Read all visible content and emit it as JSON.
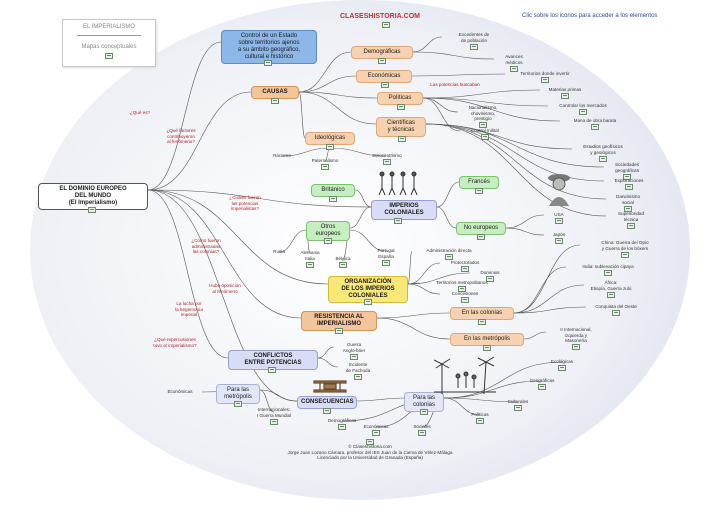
{
  "header": {
    "legend_title": "EL IMPERIALISMO",
    "legend_sub": "Mapas conceptuales",
    "site": "CLASESHISTORIA.COM",
    "hint": "Clic sobre los iconos para acceder a los elementos"
  },
  "root": "EL DOMINIO EUROPEO\nDEL MUNDO\n(El Imperialismo)",
  "nodes": {
    "control": "Control de un Estado\nsobre territorios ajenos\na su ámbito geográfico,\ncultural e histórico",
    "causas": "CAUSAS",
    "demograficas": "Demográficas",
    "economicas": "Económicas",
    "politicas": "Políticas",
    "cientificas": "Científicas\ny técnicas",
    "ideologicas": "Ideológicas",
    "britanico": "Británico",
    "frances": "Francés",
    "imperios": "IMPERIOS\nCOLONIALES",
    "otros": "Otros\neuropeos",
    "noeuropeos": "No europeos",
    "organizacion": "ORGANIZACIÓN\nDE LOS IMPERIOS\nCOLONIALES",
    "resistencia": "RESISTENCIA AL\nIMPERIALISMO",
    "colonias": "En las colonias",
    "metropolis": "En las metrópolis",
    "conflictos": "CONFLICTOS\nENTRE POTENCIAS",
    "consecuencias": "CONSECUENCIAS",
    "paralasmetro": "Para las\nmetrópolis",
    "paralascol": "Para las\ncolonias"
  },
  "questions": {
    "q1": "¿Qué es?",
    "q2": "¿Qué factores\ncontribuyeron\nal fenómeno?",
    "q3": "¿Cuáles fueron\nlas potencias\nimperialistas?",
    "q4": "¿Cómo fueron\nadministradas\nlas colonias?",
    "q5": "Hubo oposición\nal fenómeno",
    "q6": "La lucha por\nla hegemonía\nimperial",
    "q7": "¿Qué repercusiones\ntuvo el imperialismo?",
    "q8": "Las potencias buscaban"
  },
  "leaves": {
    "excedentes": "Excedentes de\nde población",
    "avances": "Avances\nmédicos",
    "territorios": "Territorios donde invertir",
    "materias": "Materias primas",
    "controlar": "Controlar los mercados",
    "mano": "Mano de obra barata",
    "nacionalismo": "Nacionalismo,\nchovinismo,\nprestigio",
    "controlmil": "Control militar",
    "estudios": "Estudios geofísicos\ny geológicos",
    "sociedades": "Sociedades\ngeográficas",
    "exploraciones": "Exploraciones",
    "darwinismo": "Darwinismo\nsocial",
    "superioridad": "Superioridad\ntécnica",
    "racismo": "Racismo",
    "paternalismo": "Paternalismo",
    "etnocentrismo": "Etnocentrismo",
    "usa": "USA",
    "japon": "Japón",
    "rusia": "Rusia",
    "alemania": "Alemania\nItalia",
    "belgica": "Bélgica",
    "portugal": "Portugal\nEspaña",
    "admdirecta": "Administración directa",
    "protectorados": "Protectorados",
    "dominios": "Dominios",
    "territoriosmetro": "Territorios metropolitanos",
    "concesiones": "Concesiones",
    "china": "China: Guerra del Opio\ny Guerra de los bóxers",
    "india": "India: sublevación cipaya",
    "africa": "África:\nEtiopía, Guerra zulú",
    "congreso": "Conquista del Oeste",
    "internacional": "II Internacional,\nizquierda y\nMasonería",
    "guerraanglo": "Guerra\nAnglo-bóer",
    "incidente": "Incidente\nde Fachoda",
    "economicas2": "Económicas",
    "internacionales": "Internacionales:\nI Guerra Mundial",
    "demograficas2": "Demográficas",
    "economicas3": "Económicas",
    "sociales": "Sociales",
    "politicas2": "Políticas",
    "culturales": "Culturales",
    "geograficas": "Geográficas",
    "ecologicas": "Ecológicas"
  },
  "credits": "© Claseshistoria.com\nJorge Juan Lozano Cámara, profesor del IES Juan de la Cierva de Vélez-Málaga\nLicenciado por la Universidad de Granada (España)",
  "colors": {
    "bg_glow": "#dfe3ee",
    "link": "#555555",
    "accent_red": "#c03030"
  }
}
